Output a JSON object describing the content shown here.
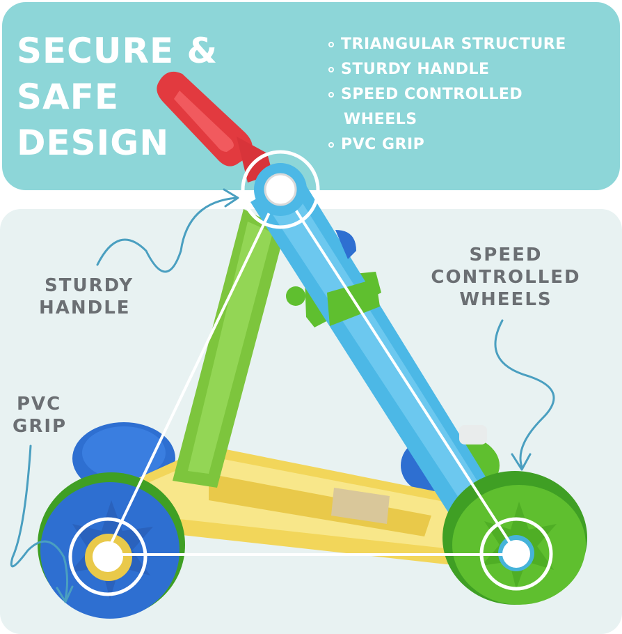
{
  "headline": {
    "line1": "SECURE &",
    "line2": "SAFE",
    "line3": "DESIGN"
  },
  "features": [
    {
      "line1": "TRIANGULAR STRUCTURE"
    },
    {
      "line1": "STURDY HANDLE"
    },
    {
      "line1": "SPEED CONTROLLED",
      "line2": "WHEELS"
    },
    {
      "line1": "PVC GRIP"
    }
  ],
  "callouts": {
    "sturdy_handle": {
      "line1": "STURDY",
      "line2": "HANDLE"
    },
    "speed_wheels": {
      "line1": "SPEED",
      "line2": "CONTROLLED",
      "line3": "WHEELS"
    },
    "pvc_grip": {
      "line1": "PVC",
      "line2": "GRIP"
    }
  },
  "colors": {
    "panel_teal": "#8dd6d8",
    "bg_light": "#e8f2f2",
    "frame_blue": "#4cb8e6",
    "frame_green": "#7dc53d",
    "base_yellow": "#f2d65a",
    "wheel_blue": "#2e6fd1",
    "wheel_green": "#5fbf2f",
    "handle_red": "#e23a3f",
    "text_gray": "#6b6f73",
    "arrow_blue": "#4a9fc0"
  }
}
